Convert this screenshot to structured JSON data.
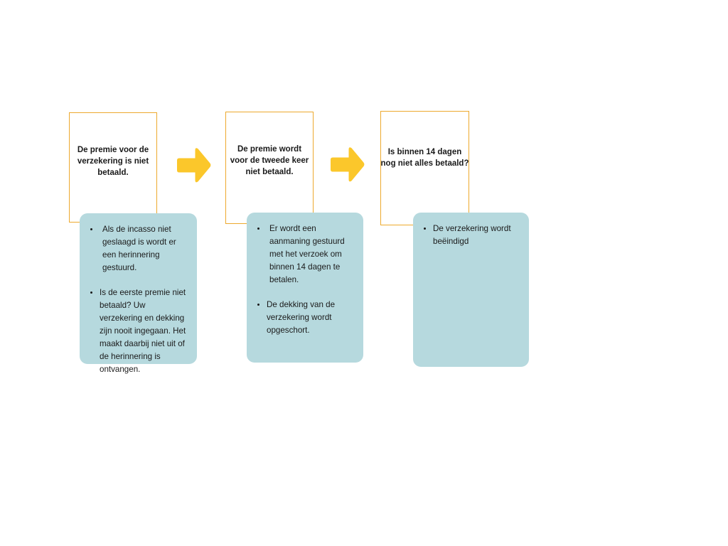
{
  "colors": {
    "stage_border": "#eda92d",
    "arrow": "#fbc72b",
    "panel_background": "#b6d9de",
    "text": "#1a1a1a",
    "page_background": "#ffffff"
  },
  "diagram": {
    "type": "process-flow",
    "direction": "left-to-right",
    "stages": [
      {
        "id": "stage-1",
        "title": "De premie voor de verzekering is niet betaald.",
        "title_lines": [
          "De premie voor de",
          "verzekering is niet",
          "betaald."
        ],
        "details": [
          " Als de incasso niet geslaagd is wordt er een herinnering gestuurd.",
          "Is de eerste premie niet betaald? Uw verzekering en dekking zijn nooit ingegaan. Het maakt daarbij niet uit of de herinnering is ontvangen."
        ]
      },
      {
        "id": "stage-2",
        "title": "De premie wordt voor de tweede keer niet betaald.",
        "title_lines": [
          "De premie wordt",
          "voor de tweede keer",
          "niet betaald."
        ],
        "details": [
          " Er wordt een aanmaning gestuurd met het verzoek om binnen 14 dagen te betalen.",
          "De dekking van de verzekering wordt opgeschort."
        ]
      },
      {
        "id": "stage-3",
        "title": "Is binnen 14 dagen nog niet alles betaald?",
        "title_lines": [
          "Is binnen 14 dagen",
          "nog niet alles betaald?"
        ],
        "details": [
          "De verzekering wordt beëindigd"
        ]
      }
    ],
    "connectors": [
      {
        "id": "arrow-1",
        "icon": "right-arrow-icon",
        "from": "stage-1",
        "to": "stage-2"
      },
      {
        "id": "arrow-2",
        "icon": "right-arrow-icon",
        "from": "stage-2",
        "to": "stage-3"
      }
    ]
  }
}
